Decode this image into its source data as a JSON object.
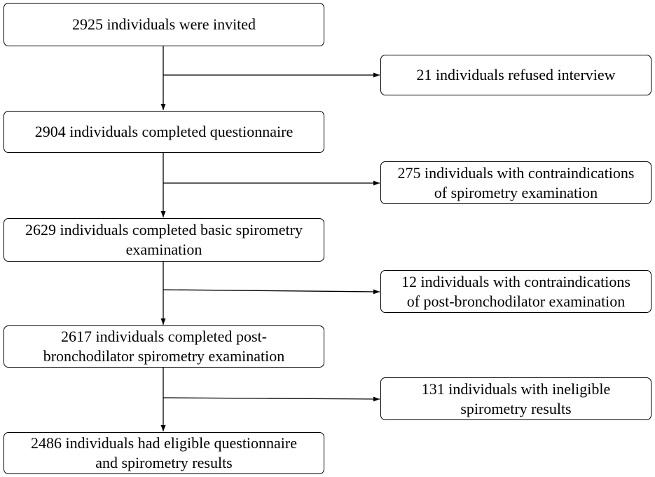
{
  "main_steps": [
    {
      "lines": [
        "2925 individuals were invited"
      ]
    },
    {
      "lines": [
        "2904 individuals completed questionnaire"
      ]
    },
    {
      "lines": [
        "2629 individuals completed basic spirometry",
        "examination"
      ]
    },
    {
      "lines": [
        "2617 individuals completed post-",
        "bronchodilator spirometry examination"
      ]
    },
    {
      "lines": [
        "2486 individuals had eligible questionnaire",
        "and spirometry results"
      ]
    }
  ],
  "exclusions": [
    {
      "lines": [
        "21 individuals refused interview"
      ]
    },
    {
      "lines": [
        "275 individuals with contraindications",
        "of spirometry examination"
      ]
    },
    {
      "lines": [
        "12 individuals with contraindications",
        "of post-bronchodilator examination"
      ]
    },
    {
      "lines": [
        "131 individuals with ineligible",
        "spirometry results"
      ]
    }
  ]
}
